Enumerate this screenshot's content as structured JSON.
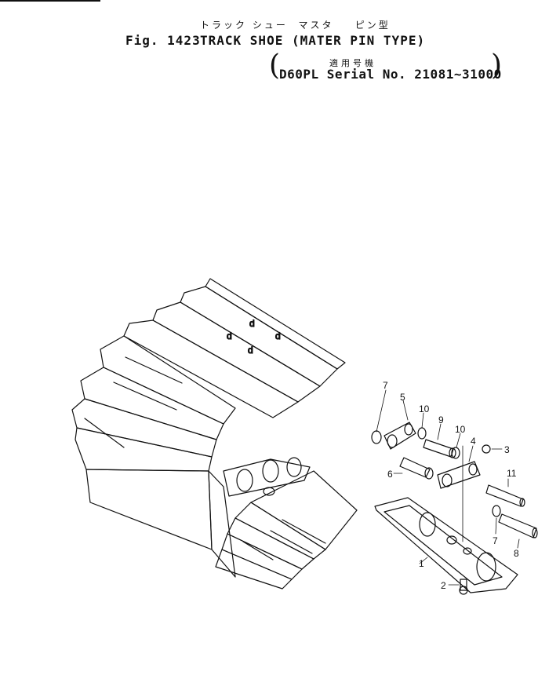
{
  "title_jp": "トラック シュー  マスタ    ピン型",
  "fig_label": "Fig. 1423",
  "fig_title": "TRACK SHOE (MATER PIN TYPE)",
  "applicable_jp": "適用号機",
  "serial_line": "D60PL Serial No. 21081~31000",
  "callouts": {
    "n1": "1",
    "n2": "2",
    "n3": "3",
    "n4": "4",
    "n5": "5",
    "n6": "6",
    "n7a": "7",
    "n7b": "7",
    "n8": "8",
    "n9": "9",
    "n10a": "10",
    "n10b": "10",
    "n11": "11"
  }
}
